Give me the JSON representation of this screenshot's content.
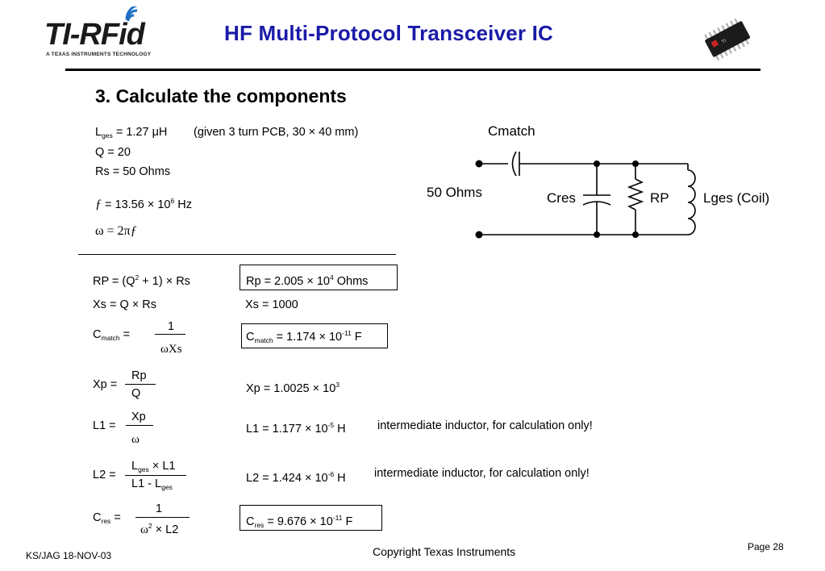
{
  "header": {
    "title": "HF Multi-Protocol Transceiver IC",
    "logo_text": "TI-RFid",
    "logo_tagline": "A TEXAS INSTRUMENTS TECHNOLOGY",
    "title_color": "#1a1aa8",
    "chip_label": "TI"
  },
  "heading": "3.  Calculate the components",
  "given": {
    "lges_lead": "L",
    "lges_sub": "ges",
    "lges_value": " = 1.27 μH",
    "lges_note": "(given 3 turn PCB, 30 × 40 mm)",
    "q": "Q = 20",
    "rs": "Rs = 50 Ohms",
    "f_sym": "ƒ",
    "f_text": "  = 13.56 × 10",
    "f_exp": "6",
    "f_unit": "  Hz",
    "omega_text": "ω = 2π",
    "omega_f": "ƒ"
  },
  "circuit": {
    "cmatch": "Cmatch",
    "ohms": "50 Ohms",
    "cres": "Cres",
    "rp": "RP",
    "lges": "Lges (Coil)"
  },
  "formulas": {
    "rp_lhs": "RP = (Q",
    "rp_exp": "2",
    "rp_rhs": " + 1) × Rs",
    "rp_res_a": "Rp = 2.005 × 10",
    "rp_res_exp": "4",
    "rp_res_b": " Ohms",
    "xs_lhs": "Xs  =  Q × Rs",
    "xs_res": "Xs = 1000",
    "cmatch_lhs_a": "C",
    "cmatch_lhs_sub": "match",
    "cmatch_lhs_b": " =",
    "cmatch_num": "1",
    "cmatch_den": "ωXs",
    "cmatch_res_a": "C",
    "cmatch_res_sub": "match",
    "cmatch_res_b": " = 1.174 × 10",
    "cmatch_res_exp": "-11",
    "cmatch_res_c": " F",
    "xp_lhs": "Xp =",
    "xp_num": "Rp",
    "xp_den": "Q",
    "xp_res_a": "Xp = 1.0025 × 10",
    "xp_res_exp": "3",
    "l1_lhs": "L1 =",
    "l1_num": "Xp",
    "l1_den": "ω",
    "l1_res_a": "L1 = 1.177 × 10",
    "l1_res_exp": "-5",
    "l1_res_b": " H",
    "l1_note": "intermediate inductor, for calculation only!",
    "l2_lhs": "L2 =",
    "l2_num_a": "L",
    "l2_num_sub": "ges",
    "l2_num_b": " × L1",
    "l2_den_a": "L1 - L",
    "l2_den_sub": "ges",
    "l2_res_a": "L2 = 1.424 × 10",
    "l2_res_exp": "-6",
    "l2_res_b": " H",
    "l2_note": "intermediate inductor, for calculation only!",
    "cres_lhs_a": "C",
    "cres_lhs_sub": "res",
    "cres_lhs_b": " =",
    "cres_num": "1",
    "cres_den_a": "ω",
    "cres_den_exp": "2",
    "cres_den_b": " × L2",
    "cres_res_a": "C",
    "cres_res_sub": "res",
    "cres_res_b": " = 9.676 × 10",
    "cres_res_exp": "-11",
    "cres_res_c": " F"
  },
  "footer": {
    "left": "KS/JAG  18-NOV-03",
    "center": "Copyright Texas Instruments",
    "page": "Page 28"
  }
}
